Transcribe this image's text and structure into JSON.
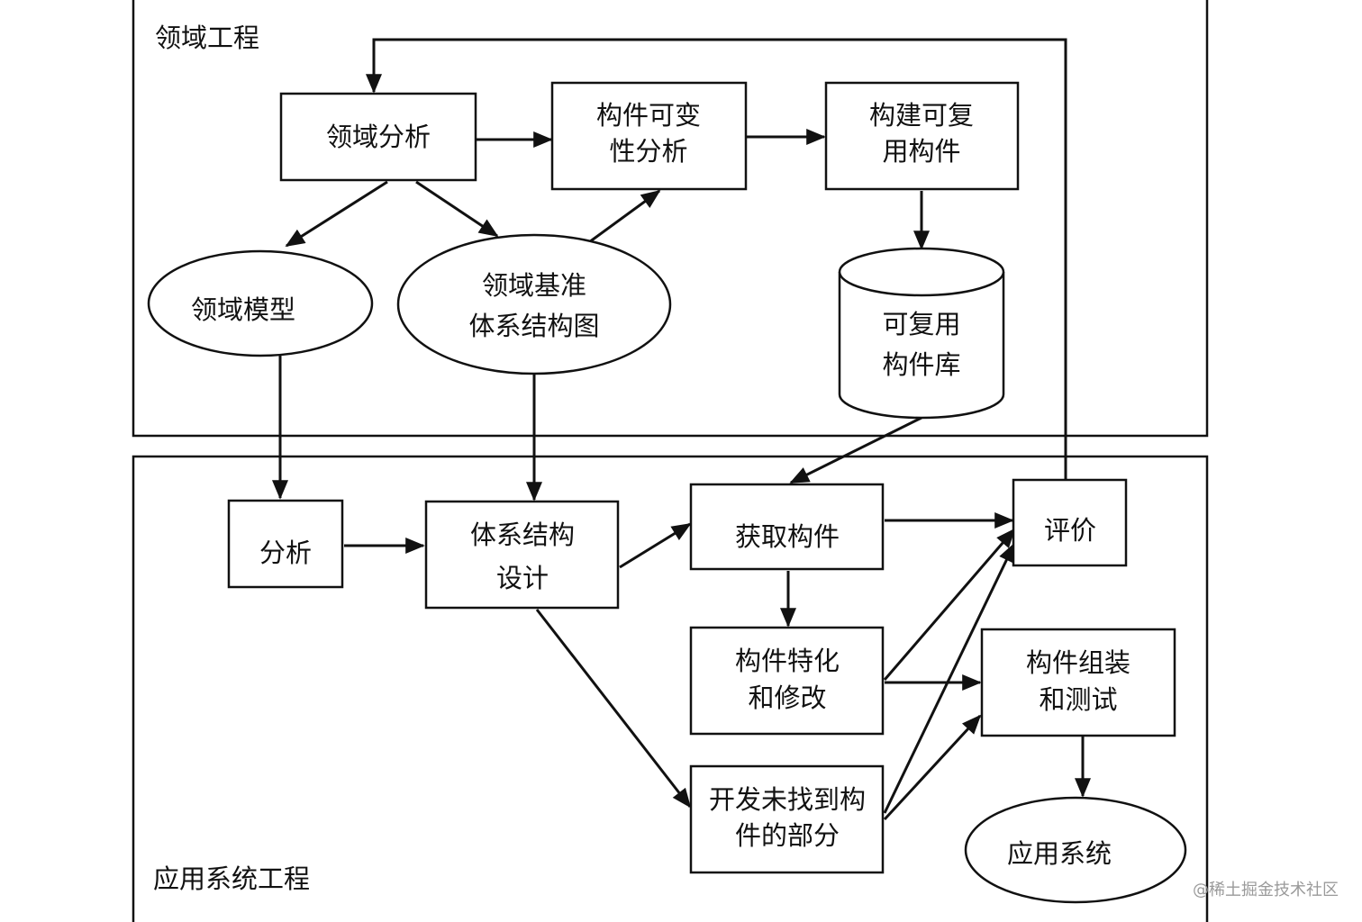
{
  "regions": {
    "domain_engineering": "领域工程",
    "application_engineering": "应用系统工程"
  },
  "nodes": {
    "domain_analysis": [
      "领域分析"
    ],
    "variability_analysis": [
      "构件可变",
      "性分析"
    ],
    "build_reusable": [
      "构建可复",
      "用构件"
    ],
    "domain_model": [
      "领域模型"
    ],
    "reference_architecture": [
      "领域基准",
      "体系结构图"
    ],
    "component_library": [
      "可复用",
      "构件库"
    ],
    "analysis": [
      "分析"
    ],
    "architecture_design": [
      "体系结构",
      "设计"
    ],
    "acquire_components": [
      "获取构件"
    ],
    "evaluation": [
      "评价"
    ],
    "specialize_modify": [
      "构件特化",
      "和修改"
    ],
    "assemble_test": [
      "构件组装",
      "和测试"
    ],
    "develop_missing": [
      "开发未找到构",
      "件的部分"
    ],
    "application_system": [
      "应用系统"
    ]
  },
  "watermark": "@稀土掘金技术社区"
}
